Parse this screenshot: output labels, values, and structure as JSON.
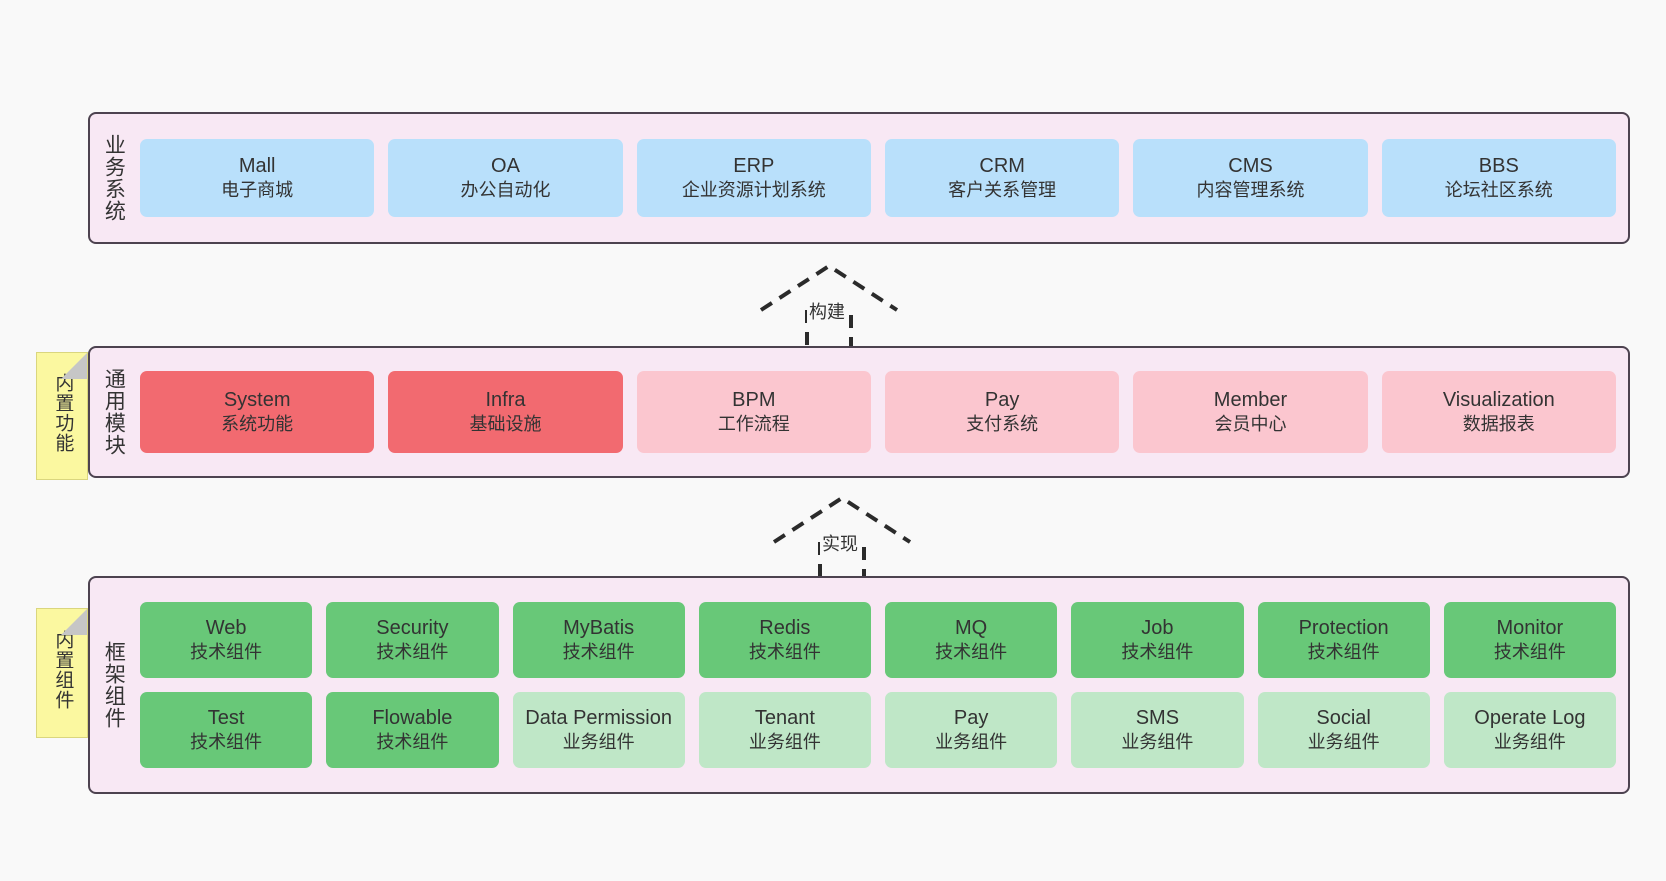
{
  "diagram": {
    "background_color": "#f9f9f9",
    "band_fill": "#f8e8f4",
    "band_border": "#4d4350",
    "note_fill": "#fbf8a0"
  },
  "business_layer": {
    "title": "业务系统",
    "card_color": "#b9e0fb",
    "cards": [
      {
        "name": "Mall",
        "desc": "电子商城"
      },
      {
        "name": "OA",
        "desc": "办公自动化"
      },
      {
        "name": "ERP",
        "desc": "企业资源计划系统"
      },
      {
        "name": "CRM",
        "desc": "客户关系管理"
      },
      {
        "name": "CMS",
        "desc": "内容管理系统"
      },
      {
        "name": "BBS",
        "desc": "论坛社区系统"
      }
    ]
  },
  "arrow_build": {
    "label": "构建"
  },
  "module_layer": {
    "title": "通用模块",
    "note": "内置功能",
    "strong_color": "#f26a70",
    "light_color": "#fbc6cf",
    "cards": [
      {
        "name": "System",
        "desc": "系统功能",
        "tone": "strong"
      },
      {
        "name": "Infra",
        "desc": "基础设施",
        "tone": "strong"
      },
      {
        "name": "BPM",
        "desc": "工作流程",
        "tone": "light"
      },
      {
        "name": "Pay",
        "desc": "支付系统",
        "tone": "light"
      },
      {
        "name": "Member",
        "desc": "会员中心",
        "tone": "light"
      },
      {
        "name": "Visualization",
        "desc": "数据报表",
        "tone": "light"
      }
    ]
  },
  "arrow_impl": {
    "label": "实现"
  },
  "framework_layer": {
    "title": "框架组件",
    "note": "内置组件",
    "tech_color": "#68c878",
    "biz_color": "#bfe7c7",
    "row1": [
      {
        "name": "Web",
        "desc": "技术组件",
        "tone": "tech"
      },
      {
        "name": "Security",
        "desc": "技术组件",
        "tone": "tech"
      },
      {
        "name": "MyBatis",
        "desc": "技术组件",
        "tone": "tech"
      },
      {
        "name": "Redis",
        "desc": "技术组件",
        "tone": "tech"
      },
      {
        "name": "MQ",
        "desc": "技术组件",
        "tone": "tech"
      },
      {
        "name": "Job",
        "desc": "技术组件",
        "tone": "tech"
      },
      {
        "name": "Protection",
        "desc": "技术组件",
        "tone": "tech"
      },
      {
        "name": "Monitor",
        "desc": "技术组件",
        "tone": "tech"
      }
    ],
    "row2": [
      {
        "name": "Test",
        "desc": "技术组件",
        "tone": "tech"
      },
      {
        "name": "Flowable",
        "desc": "技术组件",
        "tone": "tech"
      },
      {
        "name": "Data Permission",
        "desc": "业务组件",
        "tone": "biz"
      },
      {
        "name": "Tenant",
        "desc": "业务组件",
        "tone": "biz"
      },
      {
        "name": "Pay",
        "desc": "业务组件",
        "tone": "biz"
      },
      {
        "name": "SMS",
        "desc": "业务组件",
        "tone": "biz"
      },
      {
        "name": "Social",
        "desc": "业务组件",
        "tone": "biz"
      },
      {
        "name": "Operate Log",
        "desc": "业务组件",
        "tone": "biz"
      }
    ]
  }
}
